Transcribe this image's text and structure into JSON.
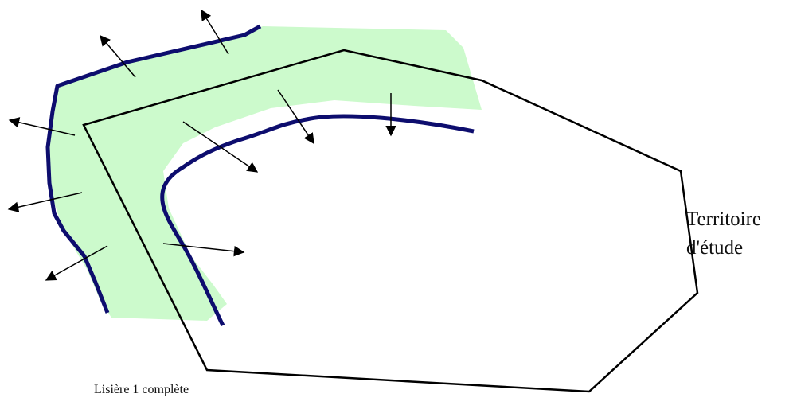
{
  "labels": {
    "territoire_line1": "Territoire",
    "territoire_line2": "d'étude",
    "lisiere": "Lisière 1 complète"
  },
  "colors": {
    "band_fill": "#ccfacc",
    "boundary_stroke": "#0d0d6e",
    "polygon_stroke": "#000000",
    "arrow_stroke": "#000000",
    "background": "#ffffff"
  }
}
